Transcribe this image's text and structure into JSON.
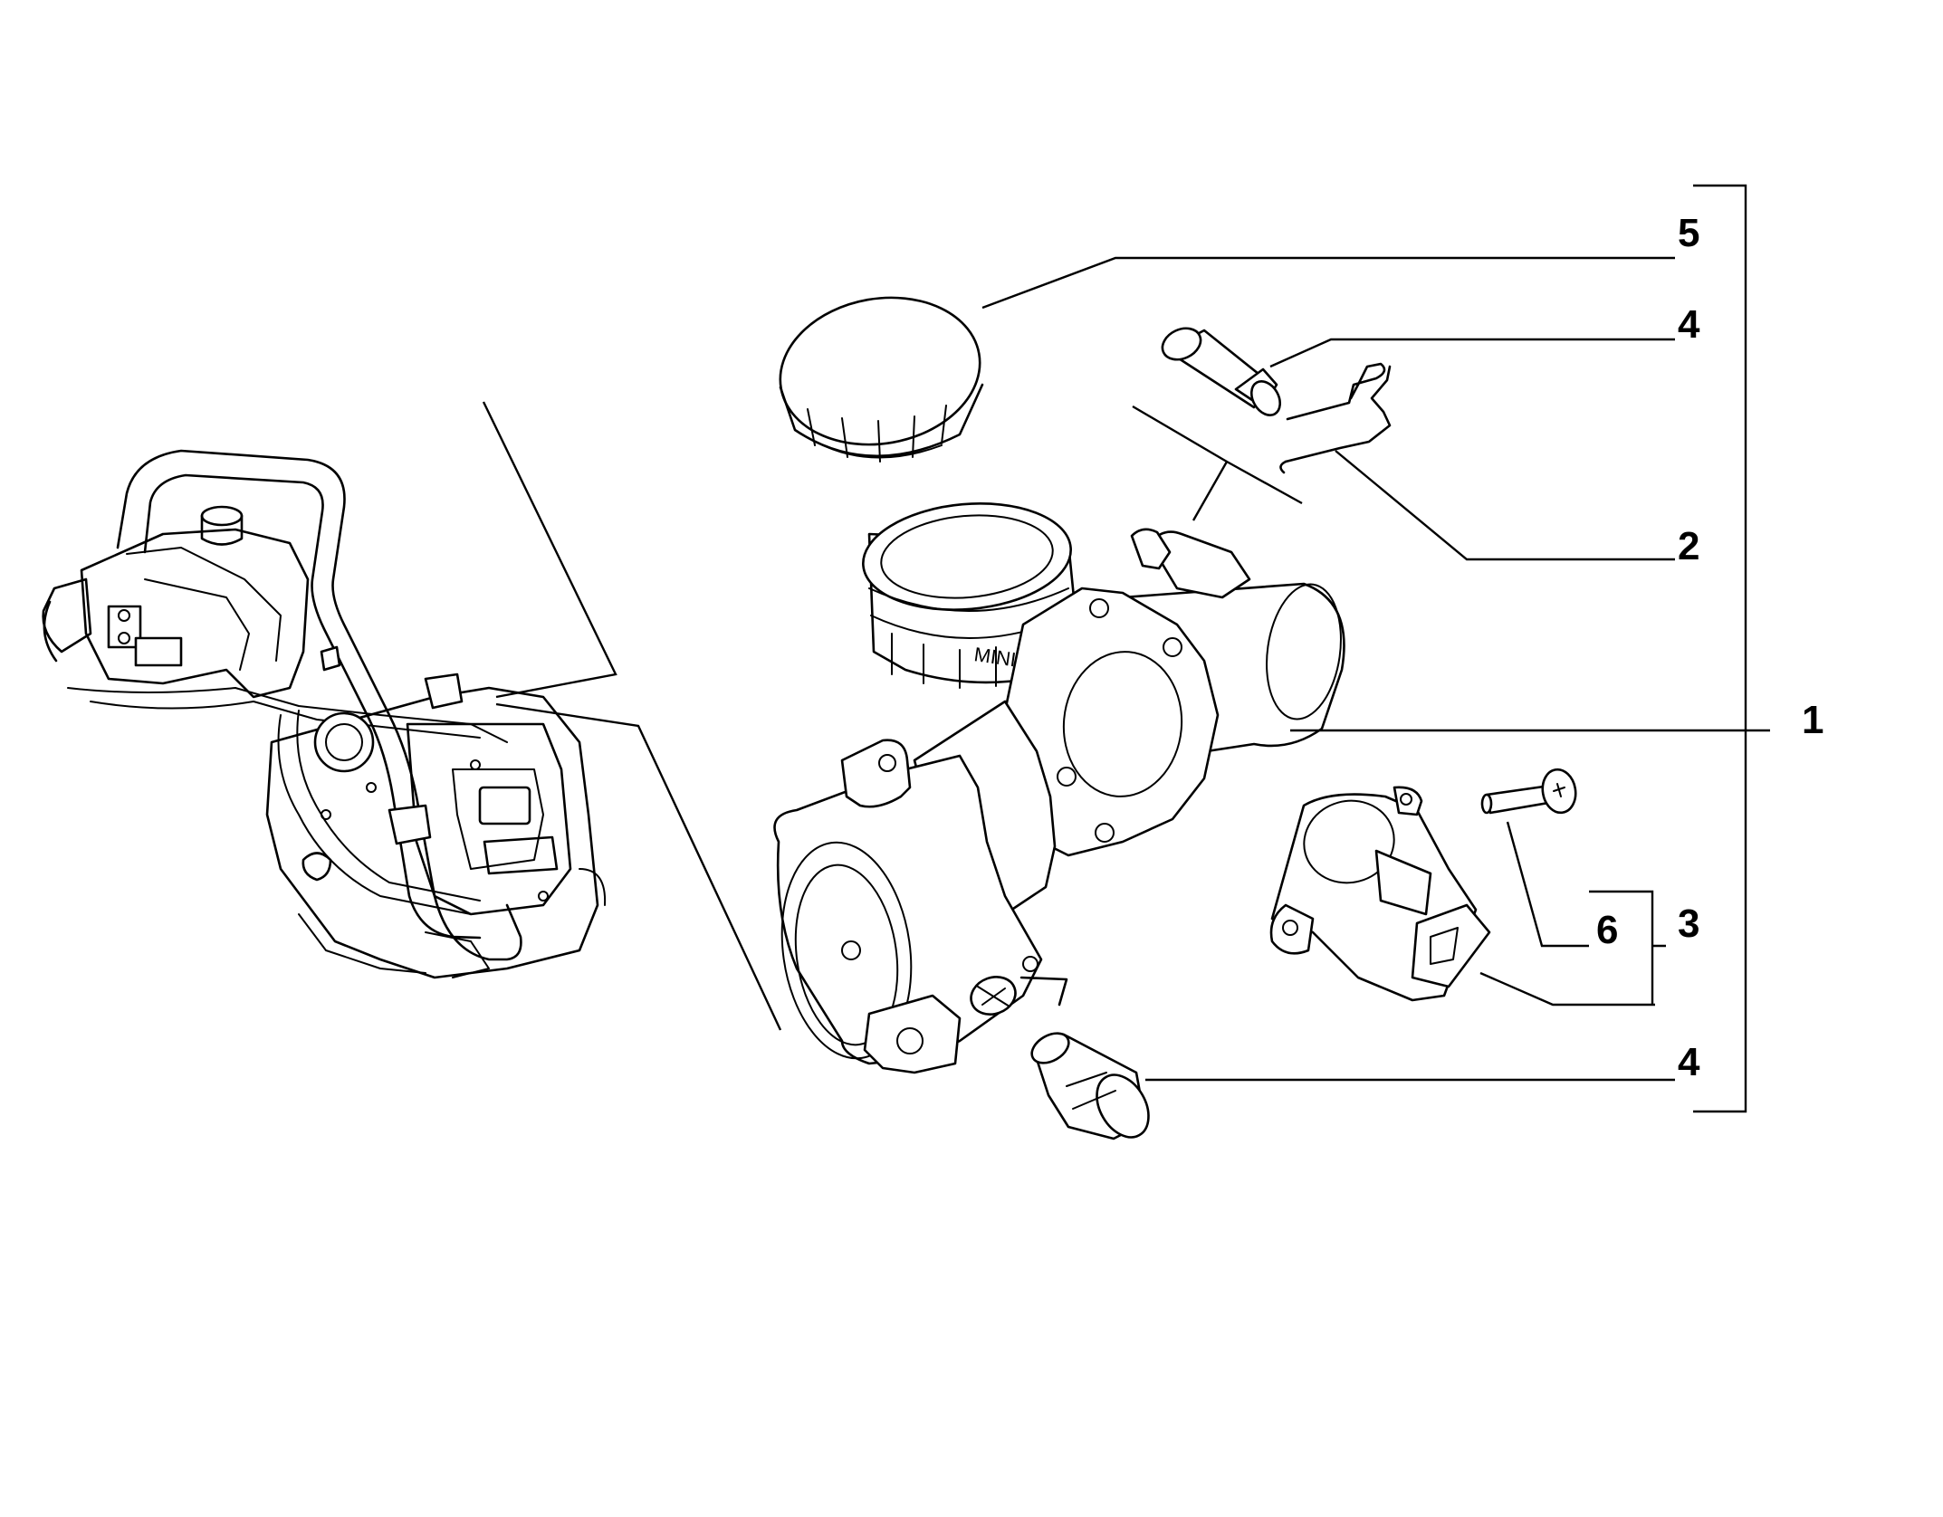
{
  "callouts": {
    "c1": "1",
    "c2": "2",
    "c3": "3",
    "c4a": "4",
    "c4b": "4",
    "c5": "5",
    "c6": "6"
  },
  "housing_stamp": "MINI"
}
